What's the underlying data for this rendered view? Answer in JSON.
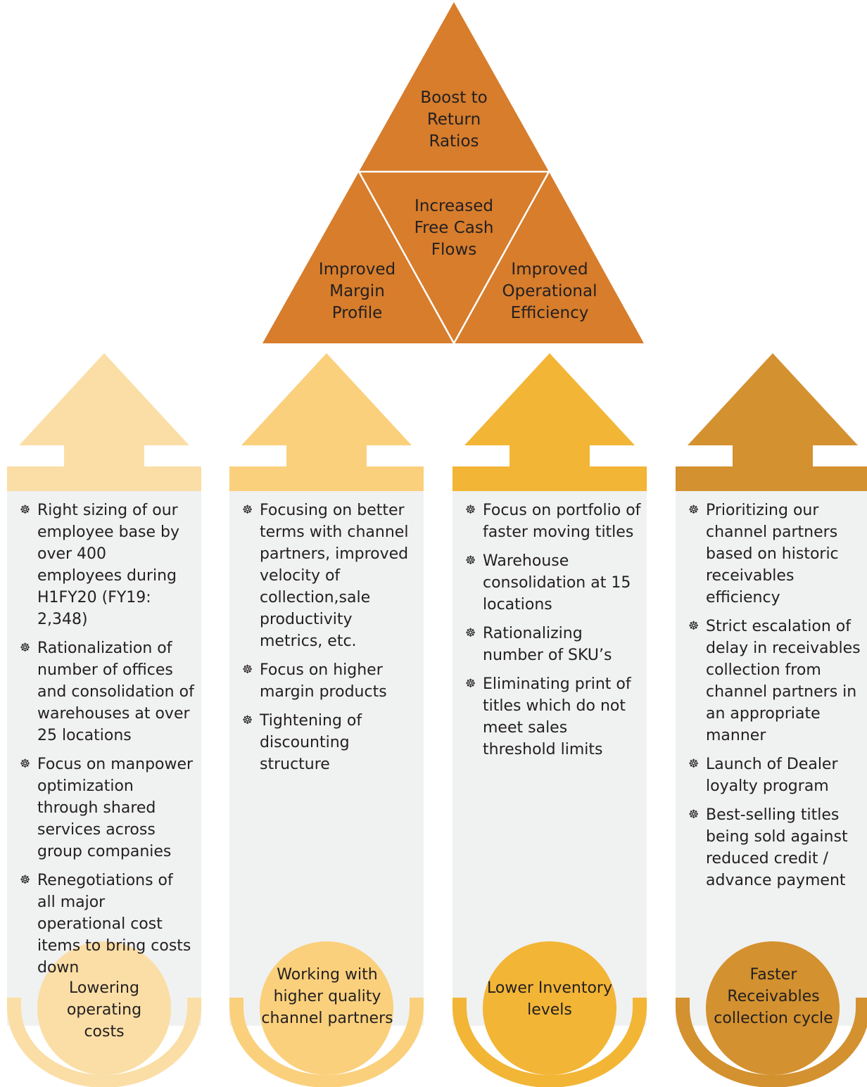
{
  "triangle": {
    "top": "Boost to Return Ratios",
    "center": "Increased Free Cash Flows",
    "left": "Improved Margin Profile",
    "right": "Improved Operational Efficiency"
  },
  "columns": [
    {
      "title": "Lowering operating costs",
      "color": "#fbdea6",
      "bullets": [
        "Right sizing of our employee base by over 400 employees during H1FY20 (FY19: 2,348)",
        "Rationalization of number of offices and consolidation of warehouses at over 25 locations",
        "Focus on manpower optimization through shared services across group companies",
        "Renegotiations of all major operational cost items to bring costs down"
      ]
    },
    {
      "title": "Working with higher quality channel partners",
      "color": "#fad07c",
      "bullets": [
        "Focusing on better terms with channel partners, improved velocity of collection,sale productivity metrics, etc.",
        "Focus on higher margin products",
        "Tightening of discounting structure"
      ]
    },
    {
      "title": "Lower Inventory levels",
      "color": "#f2b535",
      "bullets": [
        "Focus on portfolio of faster moving titles",
        "Warehouse consolidation at 15 locations",
        "Rationalizing number of SKU’s",
        "Eliminating print of titles which do not meet sales threshold limits"
      ]
    },
    {
      "title": "Faster Receivables collection cycle",
      "color": "#d3912f",
      "bullets": [
        "Prioritizing our channel partners based on historic receivables efficiency",
        "Strict escalation of delay in receivables collection from channel partners in an appropriate manner",
        "Launch of Dealer loyalty program",
        "Best-selling titles being sold against reduced credit / advance payment"
      ]
    }
  ],
  "colors": {
    "triangle": "#d77d2c",
    "panel": "#f0f1f1",
    "bullet_glyph": "☸"
  }
}
